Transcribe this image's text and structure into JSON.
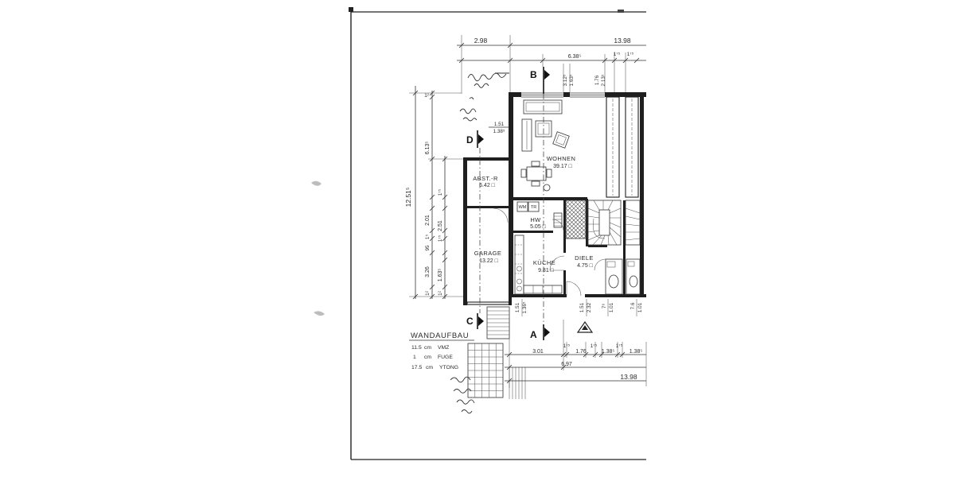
{
  "plan": {
    "rooms": {
      "wohnen": {
        "name": "WOHNEN",
        "area": "39.17 □"
      },
      "abst": {
        "name": "ABST.-R",
        "area": "6.42 □"
      },
      "hw": {
        "name": "HW",
        "area": "5.05 □"
      },
      "garage": {
        "name": "GARAGE",
        "area": "13.22 □"
      },
      "kueche": {
        "name": "KÜCHE",
        "area": "9.81 □"
      },
      "diele": {
        "name": "DIELE",
        "area": "4.75 □"
      }
    },
    "fixtures": {
      "wm": "WM",
      "tr": "TR"
    },
    "sections": {
      "a": "A",
      "b": "B",
      "c": "C",
      "d": "D"
    },
    "dimensions": {
      "top": [
        "2.98",
        "13.98",
        "6.38⁵",
        "1⁷⁵",
        "1⁷⁵"
      ],
      "near_b": [
        "3.12⁵",
        "1.63⁵",
        "1.76",
        "2.13⁵"
      ],
      "near_d": [
        "1.51",
        "1.38⁵"
      ],
      "left": [
        "12.51⁵",
        "6.13⁵",
        "1²",
        "1⁷⁵",
        "2.01",
        "2.51",
        "1⁵",
        "1⁷⁵",
        "95",
        "3.26",
        "1.63⁵",
        "1²",
        "1²"
      ],
      "below": [
        "1.51",
        "1.36⁵",
        "1.51",
        "2.32",
        "7⁶",
        "1.01",
        "7.6",
        "1.01"
      ],
      "bottom": [
        "3.01",
        "1⁷⁵",
        "1.76",
        "1⁷⁵",
        "1.38⁵",
        "1⁷⁵",
        "1.38⁵",
        "6.97",
        "13.98"
      ]
    },
    "wall_build": {
      "title": "WANDAUFBAU",
      "layers": [
        {
          "thickness": "11.5",
          "unit": "cm",
          "material": "VMZ"
        },
        {
          "thickness": "1",
          "unit": "cm",
          "material": "FUGE"
        },
        {
          "thickness": "17.5",
          "unit": "cm",
          "material": "YTONG"
        }
      ]
    }
  }
}
